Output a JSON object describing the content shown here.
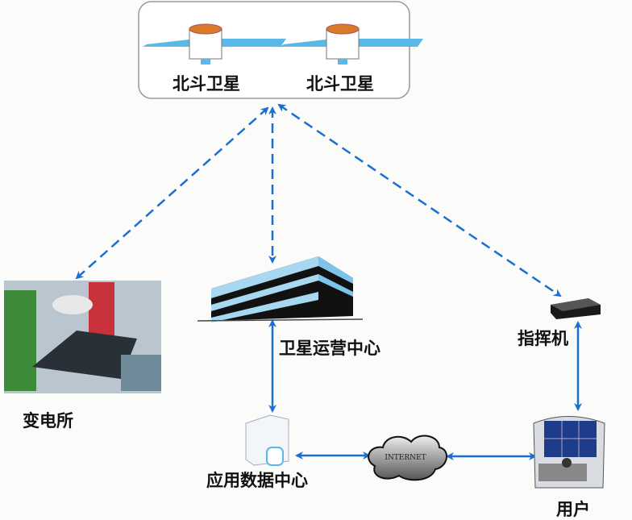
{
  "satellites": [
    {
      "label": "北斗卫星"
    },
    {
      "label": "北斗卫星"
    }
  ],
  "nodes": {
    "ops_center": "卫星运营中心",
    "substation": "变电所",
    "command_unit": "指挥机",
    "data_center": "应用数据中心",
    "internet": "INTERNET",
    "user": "用户"
  },
  "colors": {
    "link": "#1a6fd0",
    "panel": "#5ab8e8",
    "box_border": "#999999"
  }
}
